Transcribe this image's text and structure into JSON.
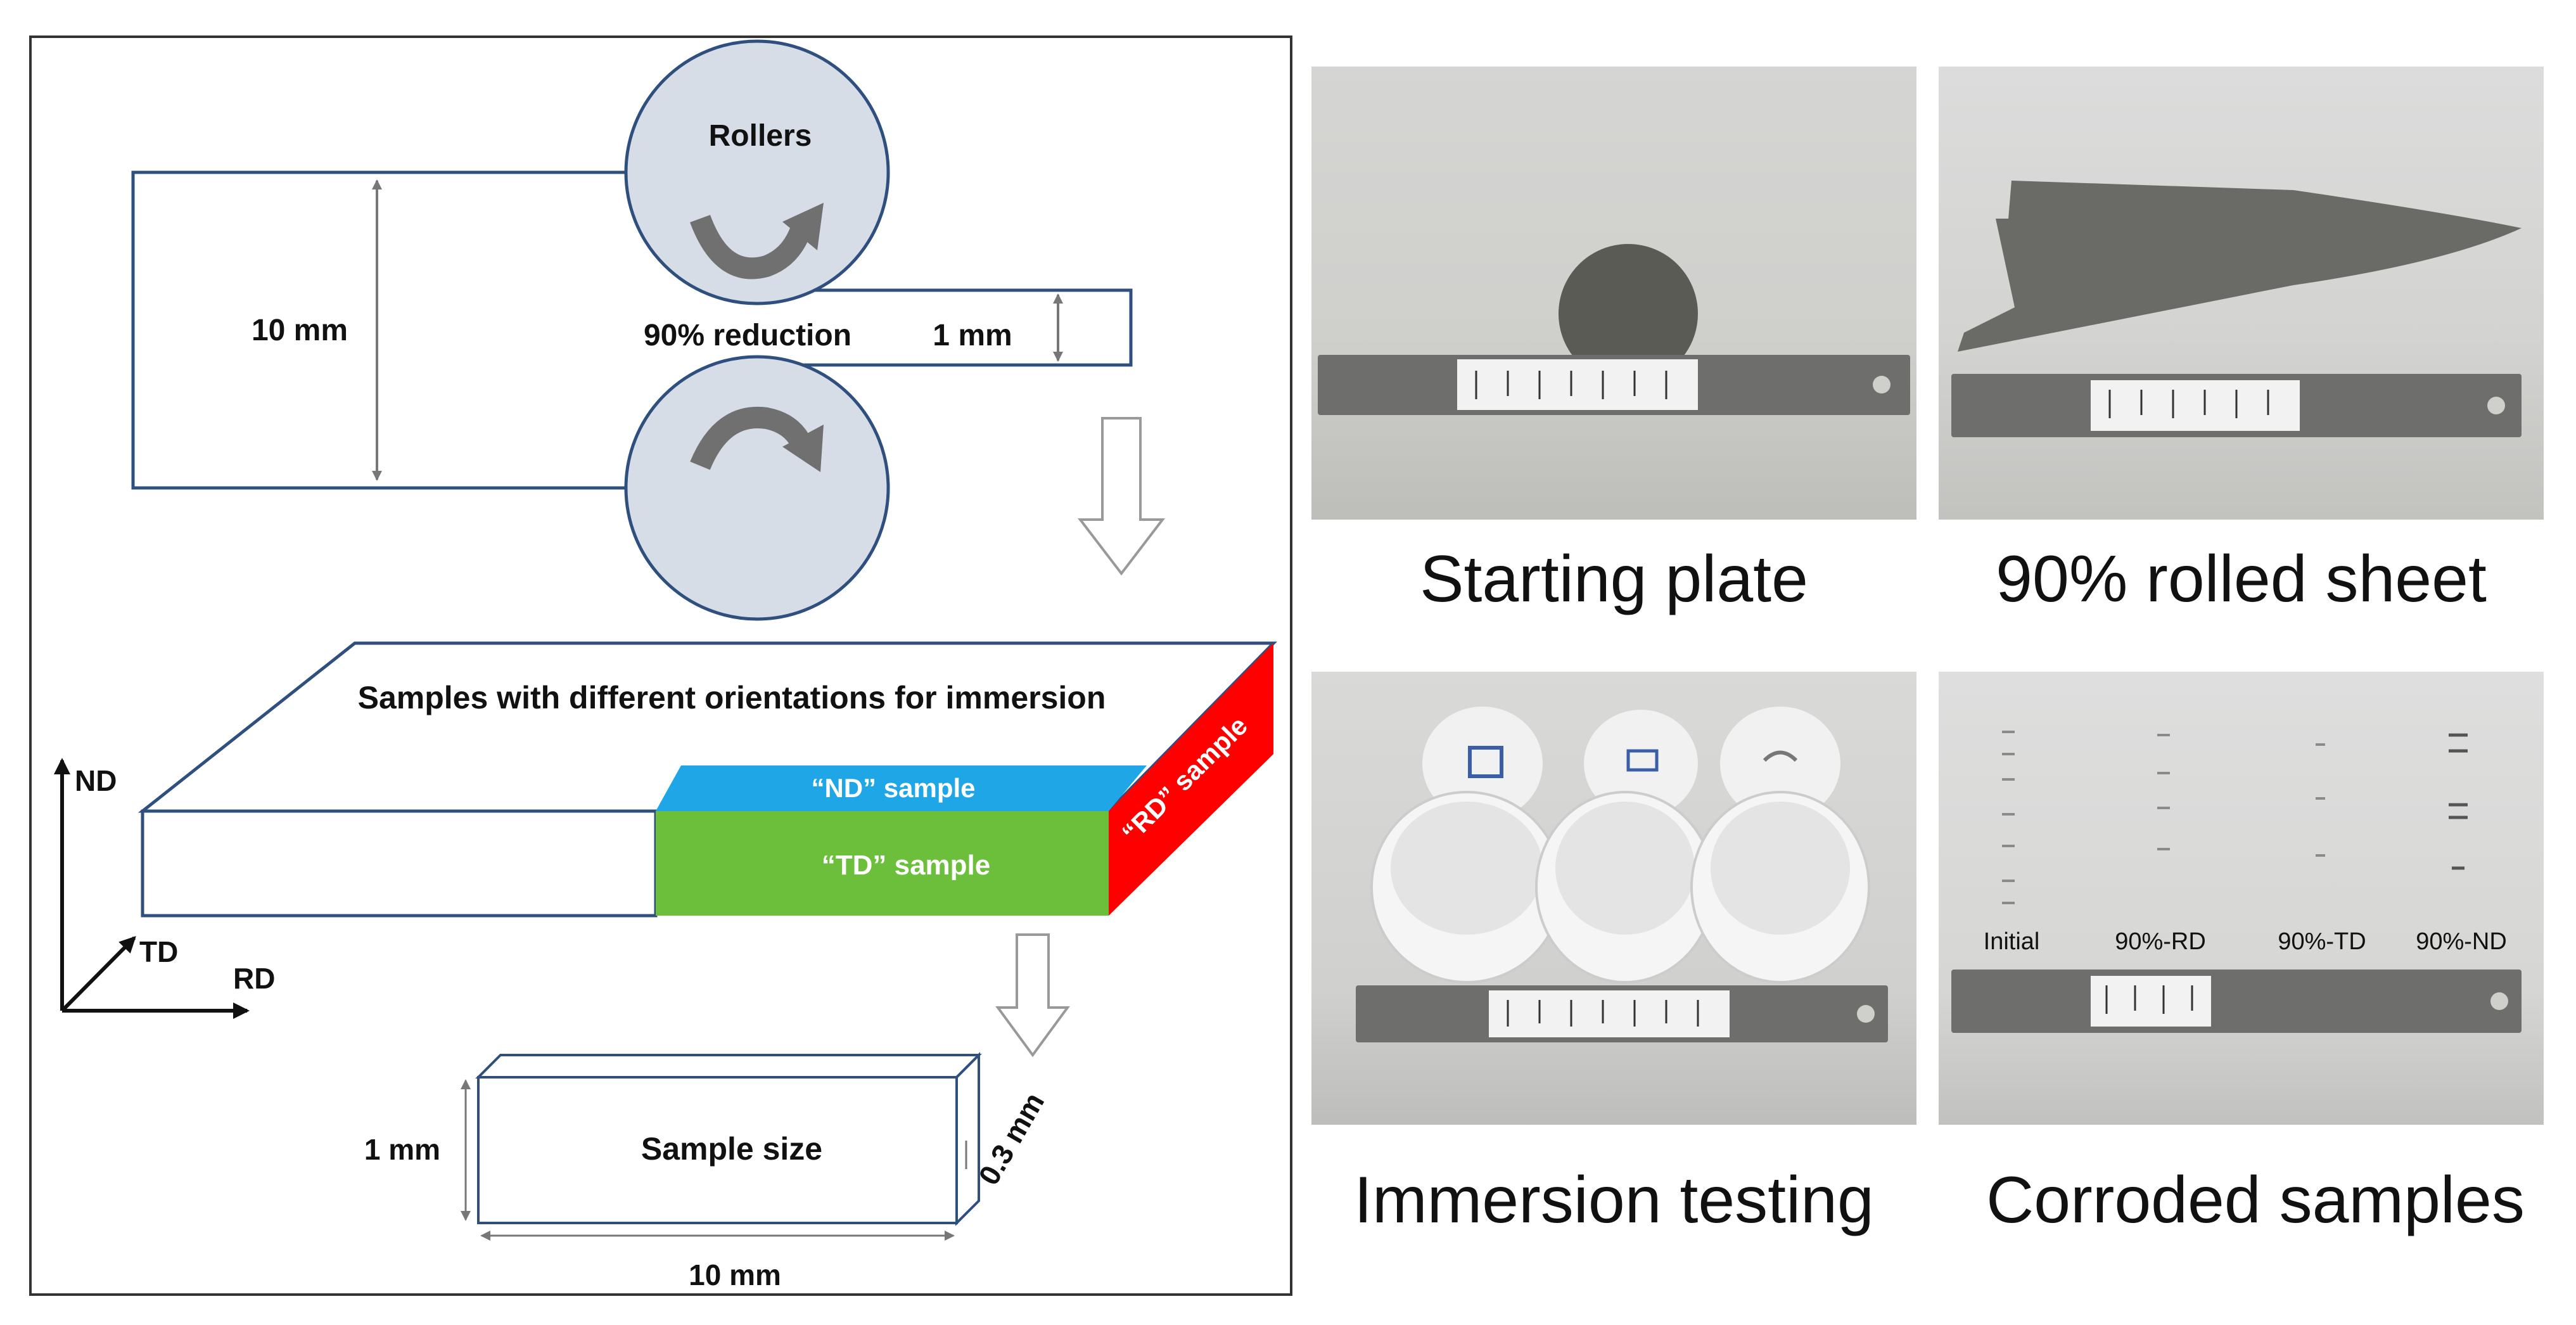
{
  "diagram": {
    "rollers_label": "Rollers",
    "reduction_label": "90% reduction",
    "input_thickness": "10 mm",
    "output_thickness": "1 mm",
    "block_title": "Samples with different orientations for immersion",
    "nd_sample": "“ND” sample",
    "td_sample": "“TD” sample",
    "rd_sample": "“RD” sample",
    "axes": {
      "nd": "ND",
      "td": "TD",
      "rd": "RD"
    },
    "sample_size_label": "Sample size",
    "sample_height": "1 mm",
    "sample_depth": "0.3 mm",
    "sample_length": "10 mm",
    "colors": {
      "nd": "#1ea6e6",
      "td": "#6bbf3a",
      "rd": "#ff0000",
      "outline": "#2f4f7f"
    }
  },
  "photos": [
    {
      "caption": "Starting plate"
    },
    {
      "caption": "90% rolled sheet"
    },
    {
      "caption": "Immersion testing"
    },
    {
      "caption": "Corroded samples",
      "labels": [
        "Initial",
        "90%-RD",
        "90%-TD",
        "90%-ND"
      ]
    }
  ]
}
